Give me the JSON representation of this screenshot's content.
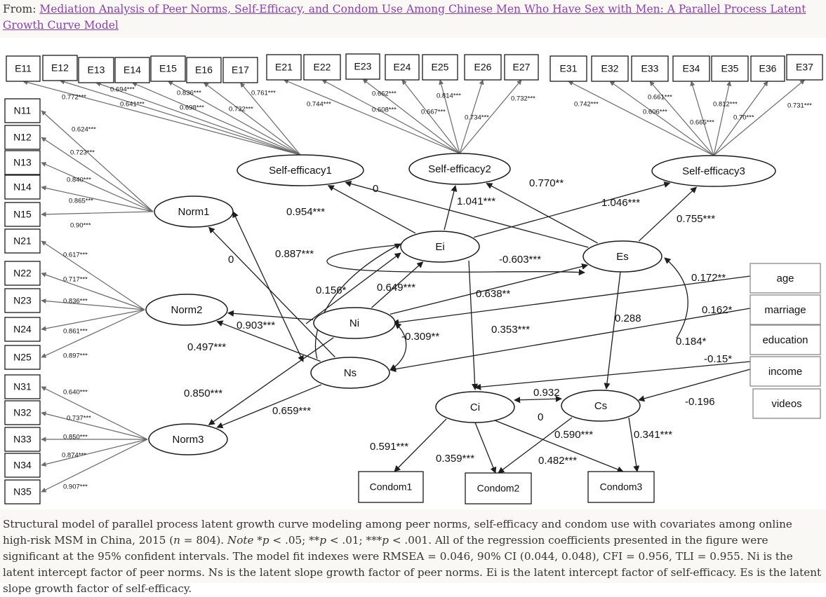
{
  "header": {
    "from_label": "From:",
    "article_link": "Mediation Analysis of Peer Norms, Self-Efficacy, and Condom Use Among Chinese Men Who Have Sex with Men: A Parallel Process Latent Growth Curve Model"
  },
  "diagram": {
    "indicators": {
      "E": [
        "E11",
        "E12",
        "E13",
        "E14",
        "E15",
        "E16",
        "E17",
        "E21",
        "E22",
        "E23",
        "E24",
        "E25",
        "E26",
        "E27",
        "E31",
        "E32",
        "E33",
        "E34",
        "E35",
        "E36",
        "E37"
      ],
      "N": [
        "N11",
        "N12",
        "N13",
        "N14",
        "N15",
        "N21",
        "N22",
        "N23",
        "N24",
        "N25",
        "N31",
        "N32",
        "N33",
        "N34",
        "N35"
      ],
      "Condom": [
        "Condom1",
        "Condom2",
        "Condom3"
      ],
      "covariates": [
        "age",
        "marriage",
        "education",
        "income",
        "videos"
      ]
    },
    "latents": {
      "se1": "Self-efficacy1",
      "se2": "Self-efficacy2",
      "se3": "Self-efficacy3",
      "norm1": "Norm1",
      "norm2": "Norm2",
      "norm3": "Norm3",
      "ei": "Ei",
      "es": "Es",
      "ni": "Ni",
      "ns": "Ns",
      "ci": "Ci",
      "cs": "Cs"
    },
    "loadings": {
      "se1": [
        "0.772***",
        "0.694***",
        "0.641***",
        "0.836***",
        "0.698***",
        "0.761***",
        "0.732***"
      ],
      "se2": [
        "0.744***",
        "0.662***",
        "0.608***",
        "0.814***",
        "0.667***",
        "0.732***",
        "0.734***"
      ],
      "se3": [
        "0.742***",
        "0.661***",
        "0.606***",
        "0.812***",
        "0.665***",
        "0.70***",
        "0.731***"
      ],
      "norm1": [
        "0.624***",
        "0.723***",
        "0.840***",
        "0.865***",
        "0.90***"
      ],
      "norm2": [
        "0.617***",
        "0.717***",
        "0.836***",
        "0.861***",
        "0.897***"
      ],
      "norm3": [
        "0.640***",
        "0.737***",
        "0.850***",
        "0.874***",
        "0.907***"
      ]
    },
    "paths": {
      "es_se1": "0",
      "ei_se1": "0.954***",
      "ei_se2": "1.041***",
      "es_se2": "0.770**",
      "ei_se3": "1.046***",
      "es_se3": "0.755***",
      "ni_norm1": "0",
      "ns_norm1": "0.887***",
      "ni_norm2": "0.903***",
      "ns_norm2": "0.497***",
      "ni_norm3": "0.850***",
      "ns_norm3": "0.659***",
      "ni_ei": "0.649***",
      "ni_es_cov": "0.156*",
      "ei_es": "-0.603***",
      "ni_ns": "-0.309**",
      "ei_ci": "0.638**",
      "ni_cs": "0.353***",
      "es_cs": "0.288",
      "ci_cs": "0.932",
      "ci_cs_0": "0",
      "age": "0.172**",
      "marriage": "0.162*",
      "education": "0.184*",
      "income_ci": "-0.15*",
      "income_cs": "-0.196",
      "ci_c1": "0.591***",
      "ci_c2": "0.359***",
      "cs_c2": "0.590***",
      "cs_c3": "0.341***",
      "ci_c3": "0.482***"
    }
  },
  "caption": {
    "p1": "Structural model of parallel process latent growth curve modeling among peer norms, self-efficacy and condom use with covariates among online high-risk MSM in China, 2015 (",
    "n_var": "n",
    "p2": " = 804). ",
    "note": "Note",
    "p3": " *",
    "pvar1": "p",
    "p4": " < .05; **",
    "pvar2": "p",
    "p5": " < .01; ***",
    "pvar3": "p",
    "p6": " < .001. All of the regression coefficients presented in the figure were significant at the 95% confident intervals. The model fit indexes were RMSEA = 0.046, 90% CI (0.044, 0.048), CFI = 0.956, TLI = 0.955. Ni is the latent intercept factor of peer norms. Ns is the latent slope growth factor of peer norms. Ei is the latent intercept factor of self-efficacy. Es is the latent slope growth factor of self-efficacy."
  }
}
